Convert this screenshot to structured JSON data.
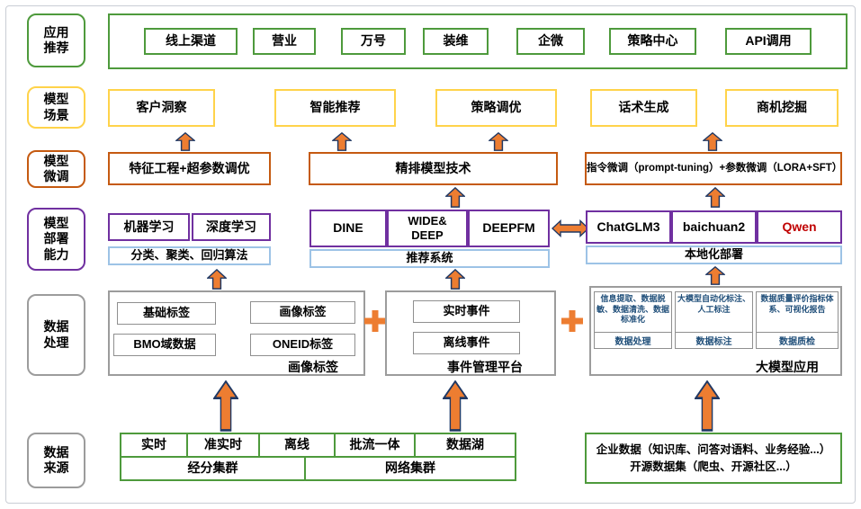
{
  "left_labels": {
    "app": "应用\n推荐",
    "scene": "模型\n场景",
    "finetune": "模型\n微调",
    "deploy": "模型\n部署\n能力",
    "process": "数据\n处理",
    "source": "数据\n来源"
  },
  "app_row": {
    "items": [
      "线上渠道",
      "营业",
      "万号",
      "装维",
      "企微",
      "策略中心",
      "API调用"
    ]
  },
  "scene_row": {
    "items": [
      "客户洞察",
      "智能推荐",
      "策略调优",
      "话术生成",
      "商机挖掘"
    ]
  },
  "finetune_row": {
    "items": [
      "特征工程+超参数调优",
      "精排模型技术",
      "指令微调（prompt-tuning）+参数微调（LORA+SFT）"
    ]
  },
  "deploy_row": {
    "ml": {
      "boxes": [
        "机器学习",
        "深度学习"
      ],
      "caption": "分类、聚类、回归算法"
    },
    "rec": {
      "boxes": [
        "DINE",
        "WIDE&\nDEEP",
        "DEEPFM"
      ],
      "caption": "推荐系统"
    },
    "llm": {
      "boxes": [
        "ChatGLM3",
        "baichuan2",
        "Qwen"
      ],
      "caption": "本地化部署"
    }
  },
  "process_row": {
    "portrait": {
      "boxes": [
        "基础标签",
        "画像标签",
        "BMO域数据",
        "ONEID标签"
      ],
      "caption": "画像标签"
    },
    "event": {
      "boxes": [
        "实时事件",
        "离线事件"
      ],
      "caption": "事件管理平台"
    },
    "llm_app": {
      "cells": [
        {
          "text": "信息提取、数据脱敏、数据清洗、数据标准化",
          "caption": "数据处理"
        },
        {
          "text": "大模型自动化标注、人工标注",
          "caption": "数据标注"
        },
        {
          "text": "数据质量评价指标体系、可视化报告",
          "caption": "数据质检"
        }
      ],
      "caption": "大模型应用"
    }
  },
  "source_row": {
    "modes": [
      "实时",
      "准实时",
      "离线",
      "批流一体",
      "数据湖"
    ],
    "clusters": [
      "经分集群",
      "网络集群"
    ],
    "enterprise": [
      "企业数据（知识库、问答对语料、业务经验...）",
      "开源数据集（爬虫、开源社区...）"
    ]
  },
  "colors": {
    "green": "#4E9A3C",
    "yellow": "#FFD34A",
    "orange": "#C55A11",
    "purple": "#7030A0",
    "gray": "#9C9C9C",
    "light_blue": "#9DC3E6",
    "arrow_orange": "#ED7D31",
    "arrow_outline": "#1F3864",
    "navy_text": "#1F4E79",
    "qwen_text": "#C00000"
  }
}
